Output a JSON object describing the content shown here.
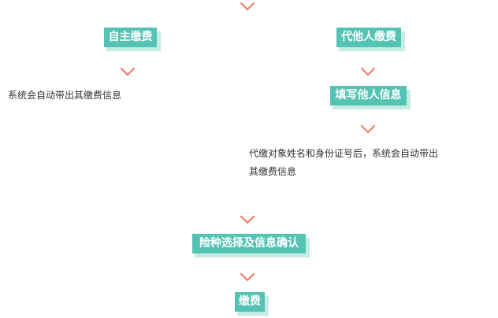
{
  "steps": {
    "self_pay": "自主缴费",
    "proxy_pay": "代他人缴费",
    "fill_info": "填写他人信息",
    "confirm": "险种选择及信息确认",
    "pay": "缴费"
  },
  "notes": {
    "self_auto": "系统会自动带出其缴费信息",
    "proxy_line1": "代缴对象姓名和身份证号后，系统会自动带出",
    "proxy_line2": "其缴费信息"
  },
  "colors": {
    "box": "#54c3b3",
    "box_shadow": "#c6ebe4",
    "arrow": "#f07a62",
    "text": "#333333"
  }
}
